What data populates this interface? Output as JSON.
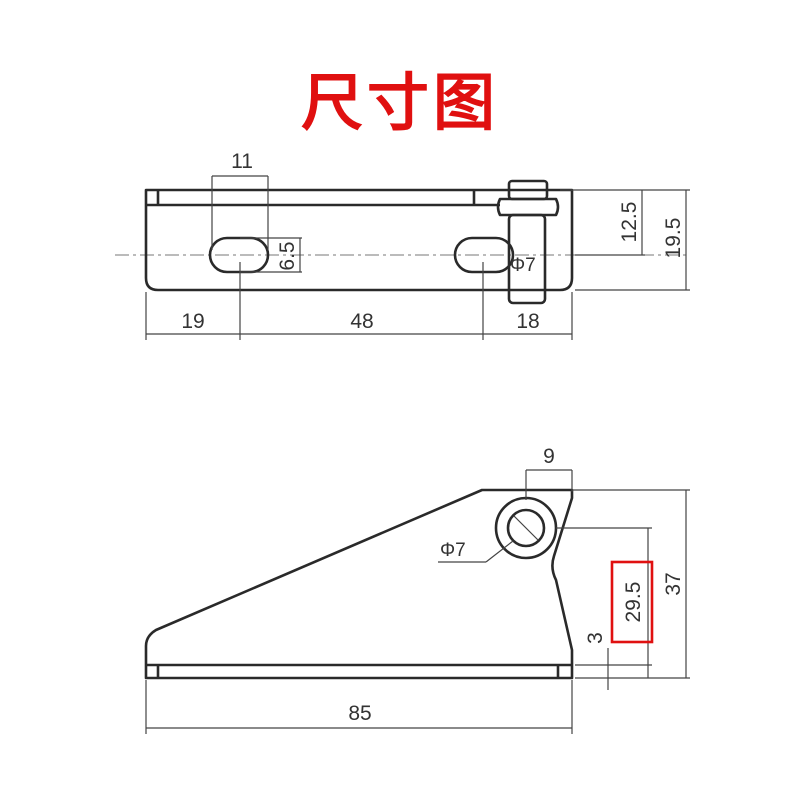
{
  "title": "尺寸图",
  "top_view": {
    "dims": {
      "slot_width": "11",
      "slot_height": "6.5",
      "left_offset": "19",
      "hole_spacing": "48",
      "right_width": "18",
      "pin_height": "12.5",
      "total_height": "19.5",
      "pin_diameter": "Φ7"
    }
  },
  "side_view": {
    "dims": {
      "hole_offset": "9",
      "hole_diameter": "Φ7",
      "hole_height": "29.5",
      "total_height": "37",
      "base_thickness": "3",
      "total_length": "85"
    }
  },
  "highlight": {
    "color": "#e01010",
    "target": "29.5"
  }
}
